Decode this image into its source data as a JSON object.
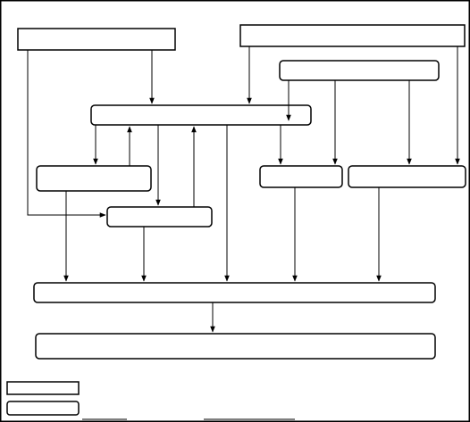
{
  "diagram": {
    "type": "flow-diagram",
    "boxes": [
      {
        "id": "source-top-left",
        "shape": "rect",
        "label": ""
      },
      {
        "id": "source-top-right",
        "shape": "rect",
        "label": ""
      },
      {
        "id": "sub-right",
        "shape": "rounded",
        "label": ""
      },
      {
        "id": "hub-center",
        "shape": "rounded",
        "label": ""
      },
      {
        "id": "mid-left",
        "shape": "rounded",
        "label": ""
      },
      {
        "id": "mid-lower-center",
        "shape": "rounded",
        "label": ""
      },
      {
        "id": "mid-right-a",
        "shape": "rounded",
        "label": ""
      },
      {
        "id": "mid-right-b",
        "shape": "rounded",
        "label": ""
      },
      {
        "id": "collector-wide",
        "shape": "rounded",
        "label": ""
      },
      {
        "id": "output-wide",
        "shape": "rounded",
        "label": ""
      },
      {
        "id": "legend-box-1",
        "shape": "rect",
        "label": ""
      },
      {
        "id": "legend-box-2",
        "shape": "rounded",
        "label": ""
      }
    ],
    "connections": [
      {
        "from": "source-top-left",
        "to": "hub-center"
      },
      {
        "from": "source-top-left",
        "to": "mid-lower-center"
      },
      {
        "from": "source-top-right",
        "to": "hub-center"
      },
      {
        "from": "source-top-right",
        "to": "mid-right-b"
      },
      {
        "from": "sub-right",
        "to": "hub-center"
      },
      {
        "from": "sub-right",
        "to": "mid-right-a"
      },
      {
        "from": "sub-right",
        "to": "mid-right-b"
      },
      {
        "from": "hub-center",
        "to": "mid-left"
      },
      {
        "from": "mid-left",
        "to": "hub-center"
      },
      {
        "from": "hub-center",
        "to": "mid-lower-center"
      },
      {
        "from": "mid-lower-center",
        "to": "hub-center"
      },
      {
        "from": "hub-center",
        "to": "collector-wide"
      },
      {
        "from": "hub-center",
        "to": "mid-right-a"
      },
      {
        "from": "mid-left",
        "to": "collector-wide"
      },
      {
        "from": "mid-lower-center",
        "to": "collector-wide"
      },
      {
        "from": "mid-right-a",
        "to": "collector-wide"
      },
      {
        "from": "mid-right-b",
        "to": "collector-wide"
      },
      {
        "from": "collector-wide",
        "to": "output-wide"
      }
    ]
  },
  "colors": {
    "stroke": "#000000",
    "background": "#ffffff"
  }
}
